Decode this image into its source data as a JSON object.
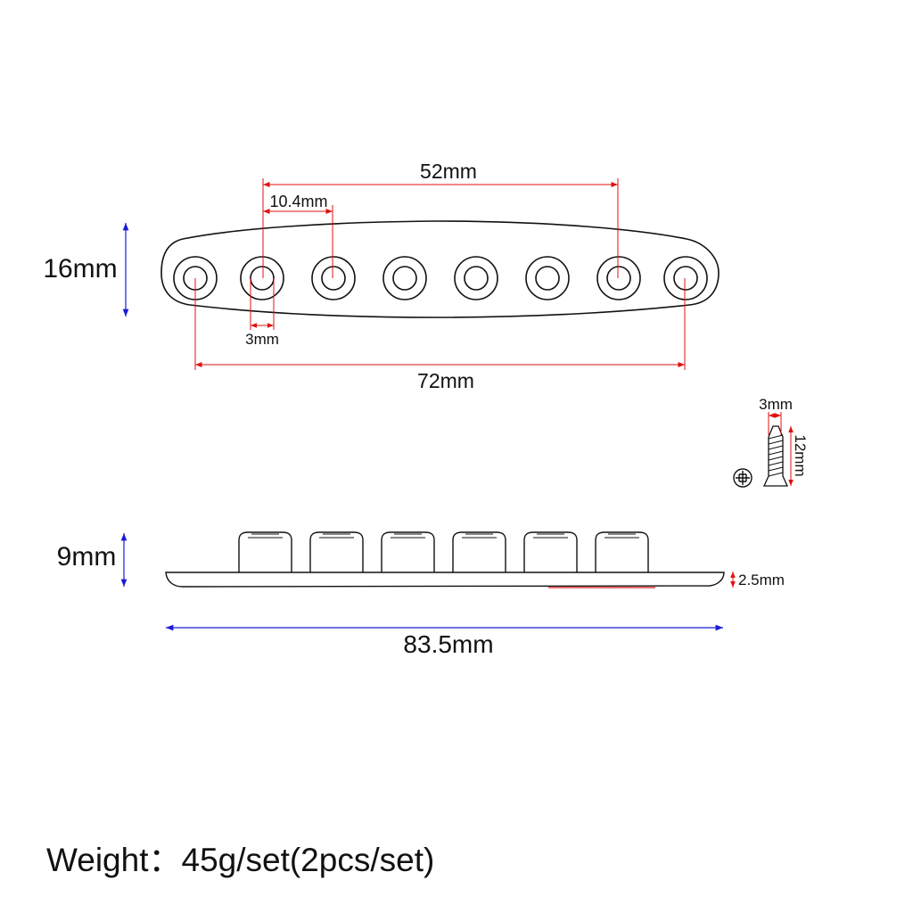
{
  "dimensions": {
    "height_16": "16mm",
    "span_52": "52mm",
    "pitch_10_4": "10.4mm",
    "hole_3": "3mm",
    "span_72": "72mm",
    "screw_dia": "3mm",
    "screw_len": "12mm",
    "height_9": "9mm",
    "thickness": "2.5mm",
    "length_83_5": "83.5mm"
  },
  "weight_text": "Weight：45g/set(2pcs/set)",
  "colors": {
    "dimension_red": "#e01010",
    "dimension_blue": "#1a1ad6",
    "ink": "#111111"
  },
  "part_counts": {
    "top_view_pole_holes": 8,
    "side_view_poles": 6
  }
}
